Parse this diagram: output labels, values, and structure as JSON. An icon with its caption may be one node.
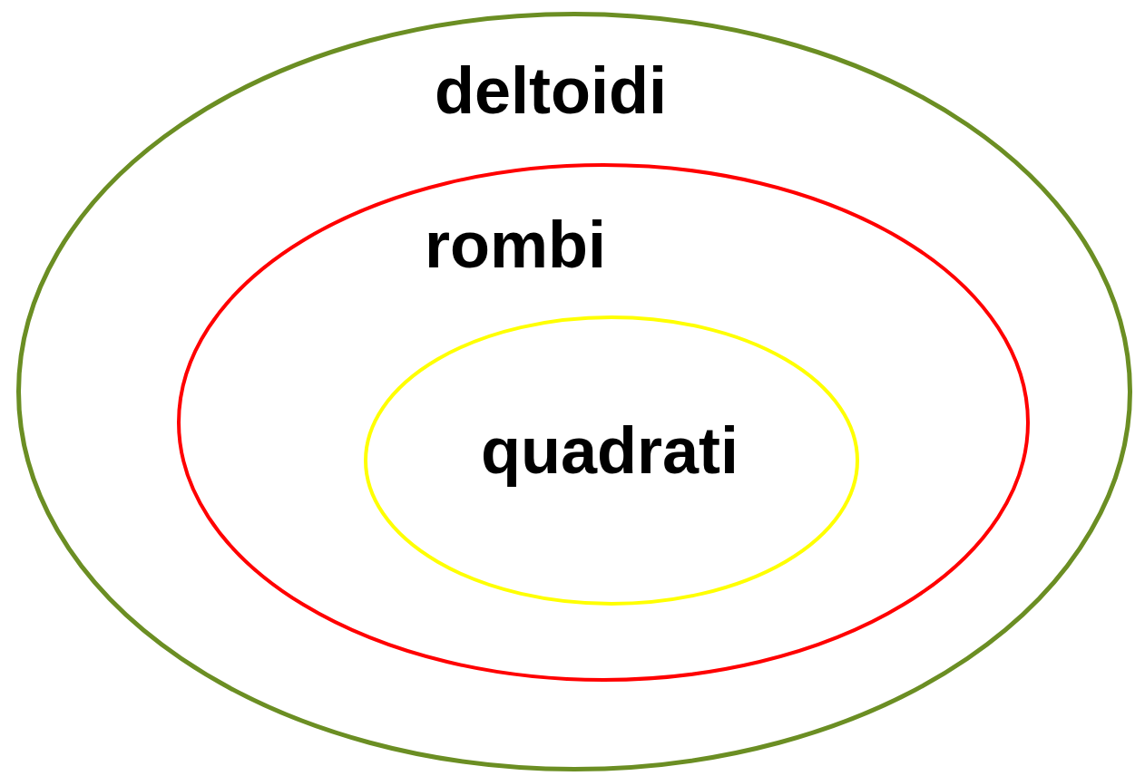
{
  "diagram": {
    "nodes": [
      {
        "text": [
          "deltoidi"
        ]
      },
      {
        "text": [
          "rombi"
        ],
        "in": 0
      },
      {
        "text": [
          "quadrati"
        ],
        "in": 1
      }
    ]
  }
}
